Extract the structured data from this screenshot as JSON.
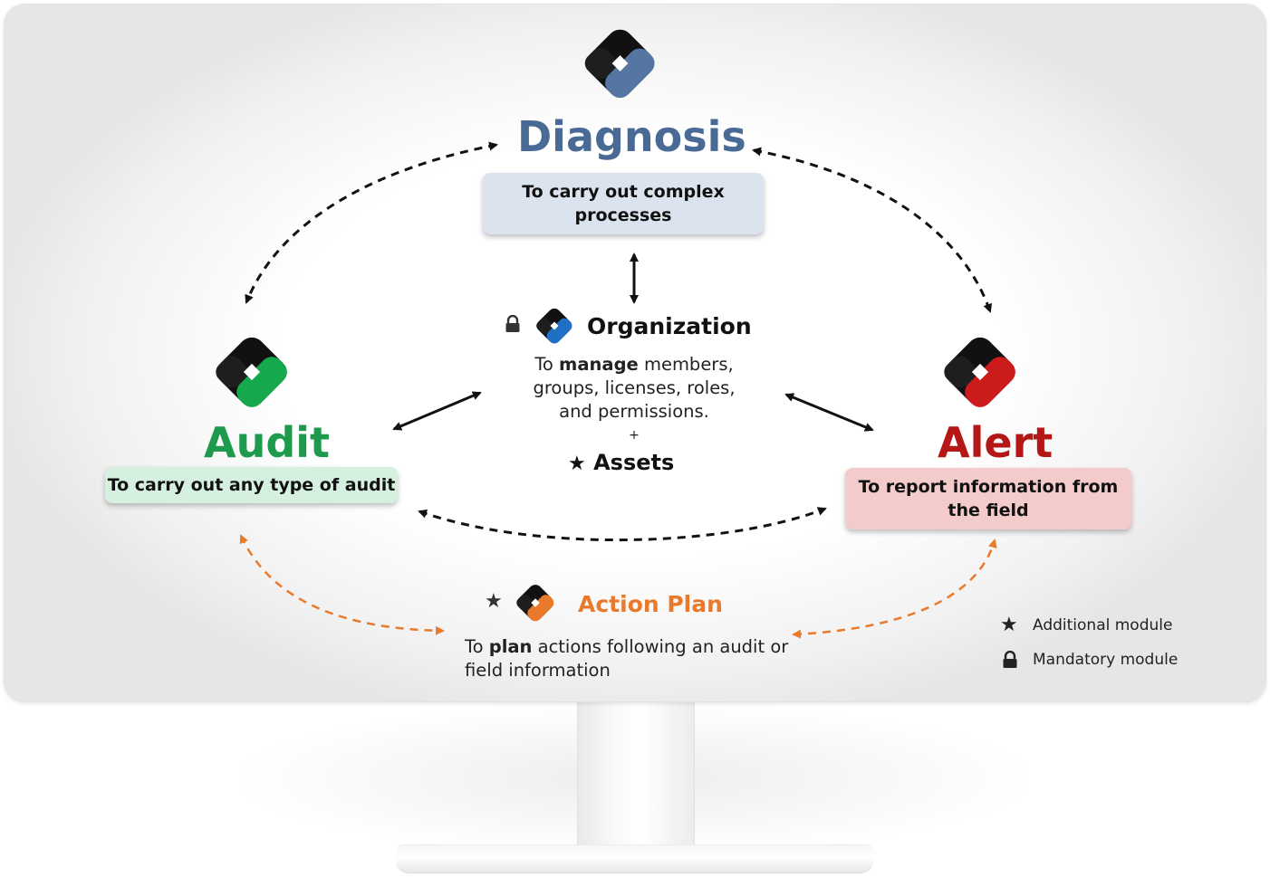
{
  "modules": {
    "diagnosis": {
      "title": "Diagnosis",
      "desc": "To carry out complex processes",
      "color": "#4a6a96",
      "box_color": "#dbe3ee"
    },
    "audit": {
      "title": "Audit",
      "desc": "To carry out any type of audit",
      "color": "#1d9a4c",
      "box_color": "#d5f0de"
    },
    "alert": {
      "title": "Alert",
      "desc_line1": "To report information from",
      "desc_line2": "the field",
      "color": "#b51616",
      "box_color": "#f4cbcb"
    },
    "organization": {
      "title": "Organization",
      "desc_prefix": "To ",
      "desc_bold": "manage",
      "desc_rest": " members,",
      "desc_line2": "groups, licenses, roles,",
      "desc_line3": "and permissions.",
      "plus": "+",
      "assets": "Assets",
      "color": "#1f6fc4",
      "icon": "lock-icon"
    },
    "action_plan": {
      "title": "Action Plan",
      "desc_prefix": "To ",
      "desc_bold": "plan",
      "desc_rest": " actions following an audit or",
      "desc_line2": "field information",
      "color": "#e97a2c",
      "icon": "star-icon"
    }
  },
  "legend": {
    "additional": {
      "label": "Additional module",
      "icon": "star-icon"
    },
    "mandatory": {
      "label": "Mandatory module",
      "icon": "lock-icon"
    }
  }
}
